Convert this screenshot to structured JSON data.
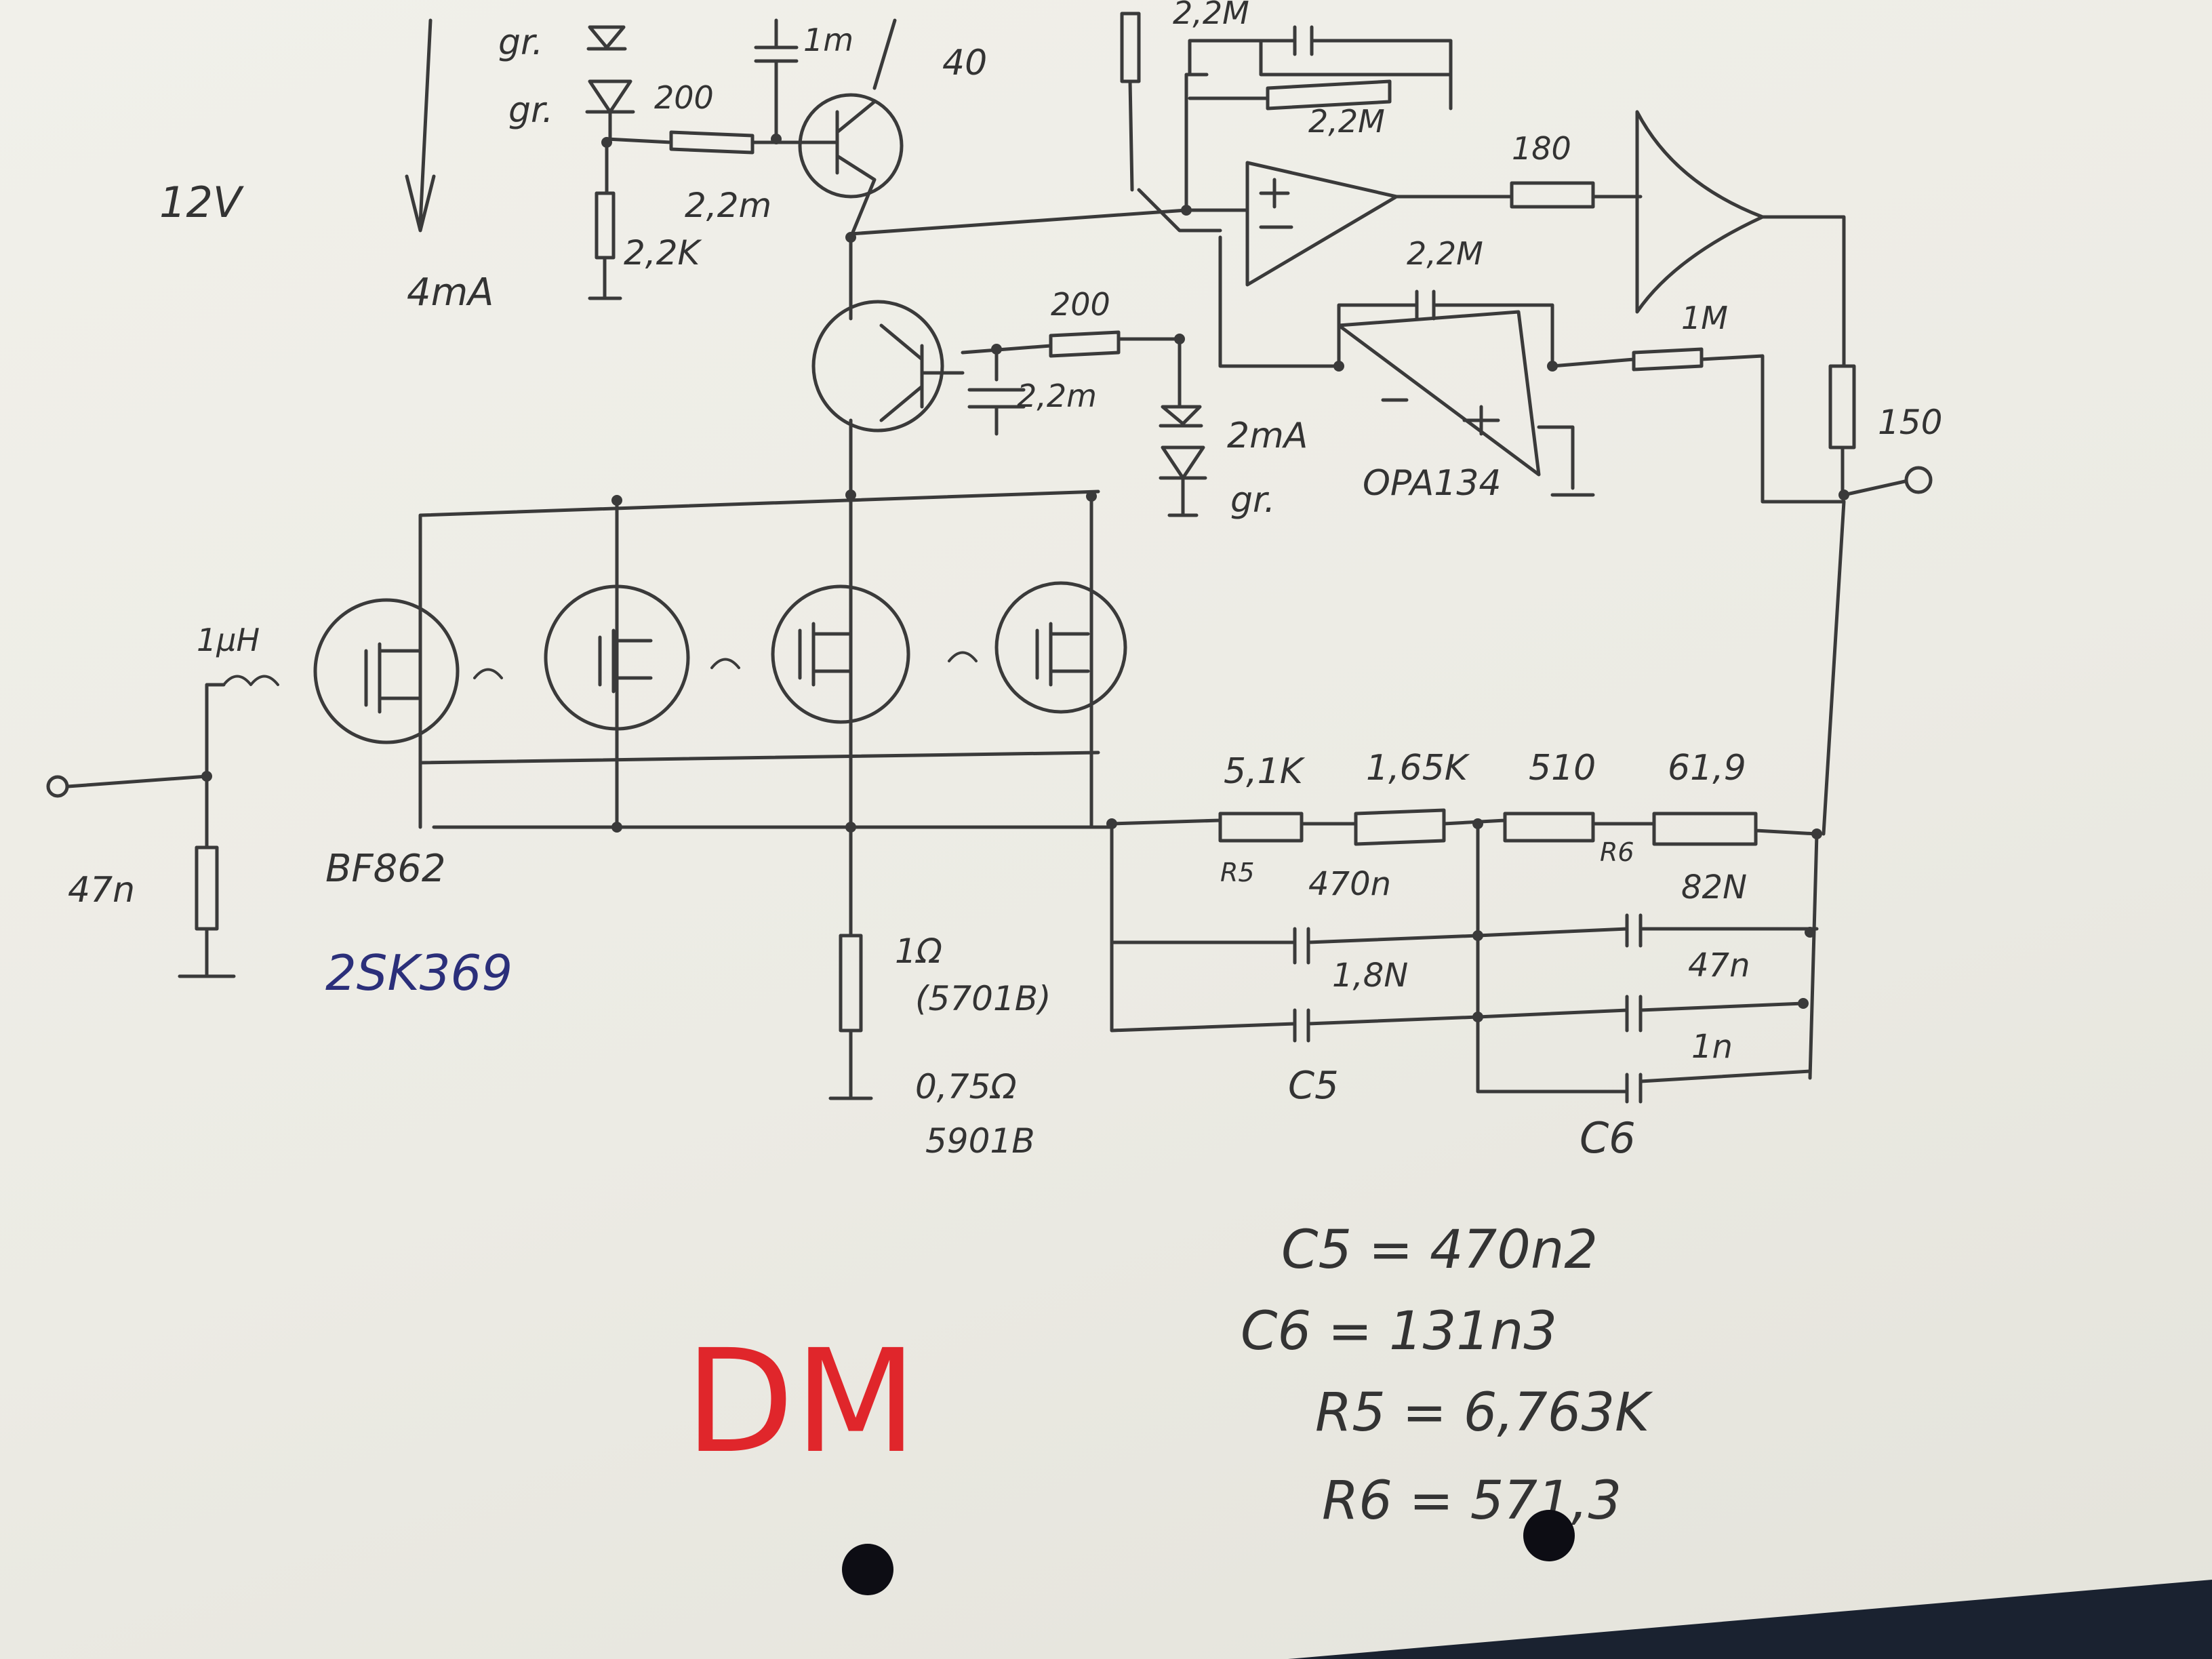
{
  "labels": {
    "supply_voltage": "12V",
    "bias_current": "4mA",
    "led_upper": "gr.",
    "led_lower": "gr.",
    "r_base_top": "200",
    "r_bias_bottom": "2,2K",
    "c_base_top": "1m",
    "c_base_top_alt": "2,2m",
    "transistor_top_beta": "40",
    "r_feedback_top": "2,2M",
    "c_feedback_top": "2,2M",
    "r_opamp_out": "180",
    "c_integrator": "2,2M",
    "r_integrator_out": "1M",
    "r_output": "150",
    "r_base_mid": "200",
    "c_mid": "2,2m",
    "led_bias_current": "2mA",
    "led_mid": "gr.",
    "opamp_part": "OPA134",
    "inductor_gate": "1µH",
    "r_input_shunt": "47n",
    "jfet_part": "BF862",
    "jfet_alt_part": "2SK369",
    "r_source": "1Ω",
    "r_source_note": "(5701B)",
    "r_source_alt": "0,75Ω",
    "r_source_alt_note": "5901B",
    "riaa_r1": "5,1K",
    "riaa_r2": "1,65K",
    "riaa_r3": "510",
    "riaa_r4": "61,9",
    "riaa_r5_name": "R5",
    "riaa_r6_name": "R6",
    "riaa_c1": "470n",
    "riaa_c2": "1,8N",
    "riaa_c5_name": "C5",
    "riaa_c3": "82N",
    "riaa_c4": "47n",
    "riaa_c5": "1n",
    "riaa_c6_name": "C6"
  },
  "formulas": [
    "C5 = 470n2",
    "C6 = 131n3",
    "R5 = 6,763K",
    "R6 = 571,3"
  ],
  "initials": "DM",
  "colors": {
    "ink": "#3a3a3a",
    "blue_ink": "#2b2f7a",
    "red_ink": "#e0262b",
    "paper": "#ecebe4"
  }
}
